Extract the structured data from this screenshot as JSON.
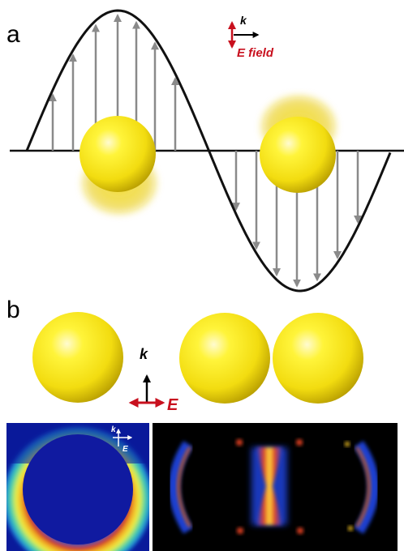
{
  "panel_a": {
    "label": "a",
    "legend_k": "k",
    "legend_e": "E field"
  },
  "panel_b": {
    "label": "b",
    "legend_k": "k",
    "legend_e": "E",
    "map_legend_k": "k",
    "map_legend_e": "E"
  },
  "colors": {
    "wave": "#111111",
    "field_arrow": "#8a8a8a",
    "sphere": "#f2e21a",
    "e_field": "#c8101e",
    "map_background": "#0a1a9a"
  }
}
